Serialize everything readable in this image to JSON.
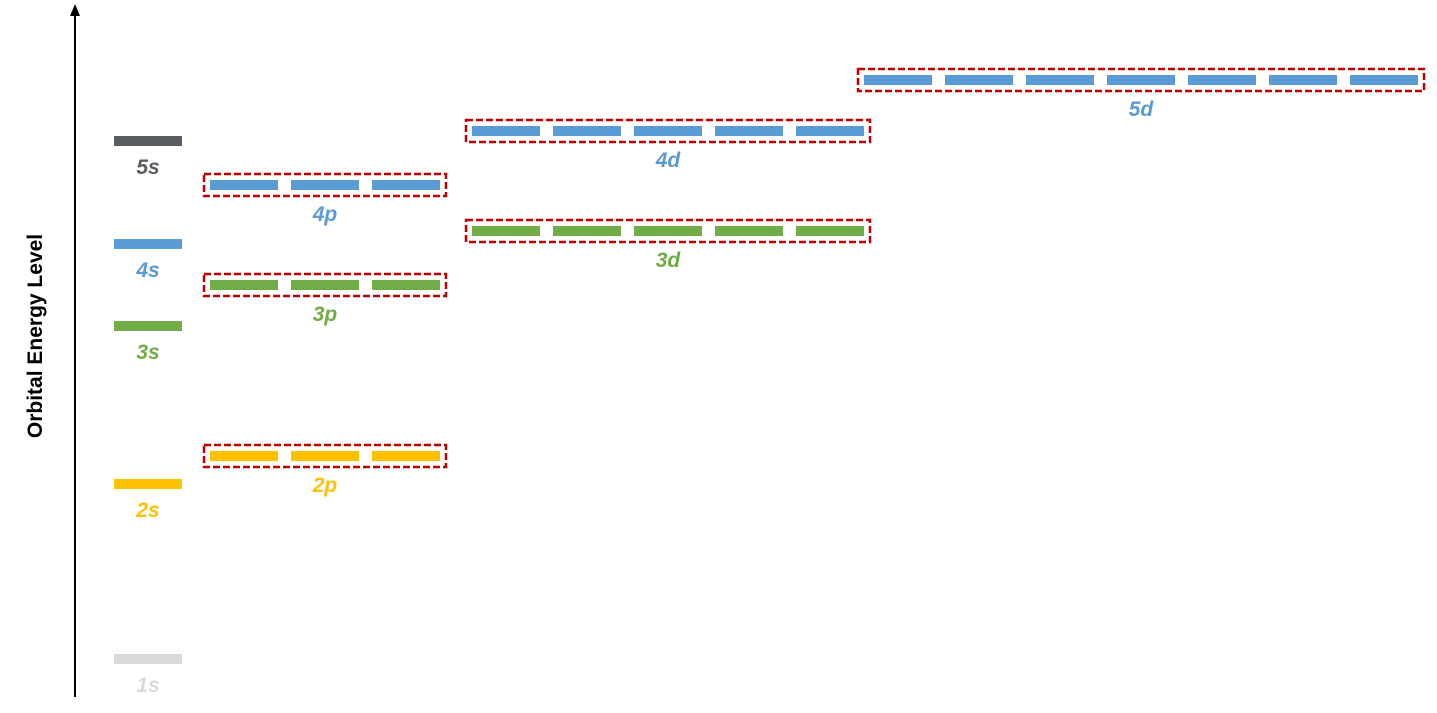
{
  "axis": {
    "title": "Orbital Energy Level"
  },
  "colors": {
    "gray_dark": "#595d62",
    "blue": "#5b9bd5",
    "green": "#70ad47",
    "yellow": "#ffc000",
    "gray_light": "#d9d9d9",
    "box_outline": "#c00000",
    "axis": "#000000"
  },
  "orbitals": [
    {
      "id": "orbital-1s",
      "label": "1s",
      "color": "gray_light",
      "count": 1,
      "boxed": false
    },
    {
      "id": "orbital-2s",
      "label": "2s",
      "color": "yellow",
      "count": 1,
      "boxed": false
    },
    {
      "id": "orbital-3s",
      "label": "3s",
      "color": "green",
      "count": 1,
      "boxed": false
    },
    {
      "id": "orbital-4s",
      "label": "4s",
      "color": "blue",
      "count": 1,
      "boxed": false
    },
    {
      "id": "orbital-5s",
      "label": "5s",
      "color": "gray_dark",
      "count": 1,
      "boxed": false
    },
    {
      "id": "orbital-2p",
      "label": "2p",
      "color": "yellow",
      "count": 3,
      "boxed": true
    },
    {
      "id": "orbital-3p",
      "label": "3p",
      "color": "green",
      "count": 3,
      "boxed": true
    },
    {
      "id": "orbital-4p",
      "label": "4p",
      "color": "blue",
      "count": 3,
      "boxed": true
    },
    {
      "id": "orbital-3d",
      "label": "3d",
      "color": "green",
      "count": 5,
      "boxed": true
    },
    {
      "id": "orbital-4d",
      "label": "4d",
      "color": "blue",
      "count": 5,
      "boxed": true
    },
    {
      "id": "orbital-5d",
      "label": "5d",
      "color": "blue",
      "count": 7,
      "boxed": true
    }
  ]
}
